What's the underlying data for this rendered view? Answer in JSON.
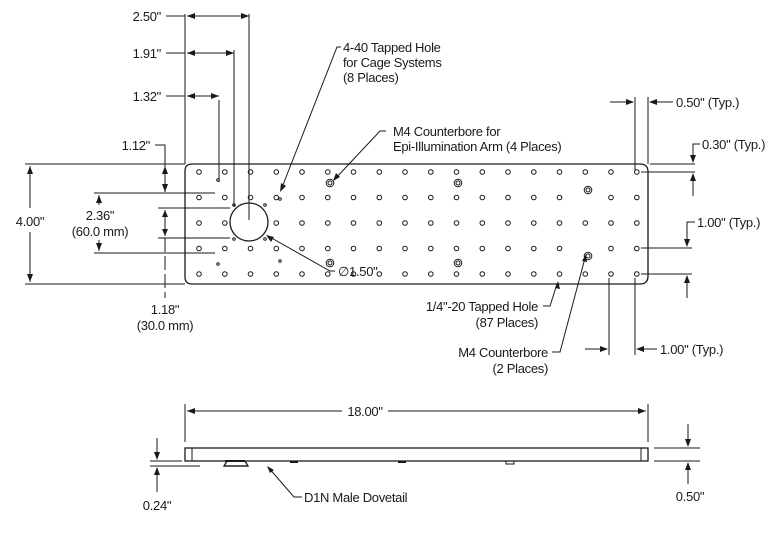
{
  "drawing": {
    "title": "Breadboard plate dimensional drawing",
    "units": "inches",
    "top_view": {
      "overall": {
        "length": "18.00\"",
        "width": "4.00\""
      },
      "grid": {
        "columns": 18,
        "rows": 5,
        "pitch": "1.00\" (Typ.)"
      },
      "dimensions": {
        "d250": "2.50\"",
        "d191": "1.91\"",
        "d132": "1.32\"",
        "d112": "1.12\"",
        "d400": "4.00\"",
        "d236": "2.36\"",
        "d236_mm": "(60.0 mm)",
        "d118": "1.18\"",
        "d118_mm": "(30.0 mm)",
        "dia150": "∅1.50\"",
        "edge_x": "0.50\" (Typ.)",
        "edge_y": "0.30\" (Typ.)",
        "pitch_y": "1.00\" (Typ.)",
        "pitch_x": "1.00\" (Typ.)"
      },
      "callouts": {
        "cage_line1": "4-40 Tapped Hole",
        "cage_line2": "for Cage Systems",
        "cage_line3": "(8 Places)",
        "epi_line1": "M4 Counterbore for",
        "epi_line2": "Epi-Illumination Arm (4 Places)",
        "tapped_line1": "1/4\"-20 Tapped Hole",
        "tapped_line2": "(87 Places)",
        "cb_line1": "M4 Counterbore",
        "cb_line2": "(2 Places)"
      }
    },
    "side_view": {
      "length": "18.00\"",
      "thickness": "0.50\"",
      "dovetail_height": "0.24\"",
      "dovetail_label": "D1N Male Dovetail"
    }
  }
}
